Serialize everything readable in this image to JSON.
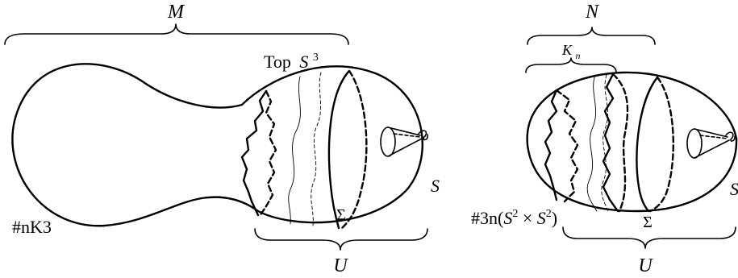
{
  "left_figure": {
    "manifold_label": "M",
    "top_label_text": "Top",
    "top_sphere_base": "S",
    "top_sphere_exp": "3",
    "sum_label": "#nK3",
    "sigma_label": "Σ",
    "u_label": "U",
    "s_label": "S"
  },
  "right_figure": {
    "manifold_label": "N",
    "k_label_base": "K",
    "k_label_sub": "n",
    "sum_prefix": "#3n(",
    "sum_s1": "S",
    "sum_exp1": "2",
    "sum_times": " × ",
    "sum_s2": "S",
    "sum_exp2": "2",
    "sum_suffix": ")",
    "sigma_label": "Σ",
    "u_label": "U",
    "s_label": "S"
  }
}
